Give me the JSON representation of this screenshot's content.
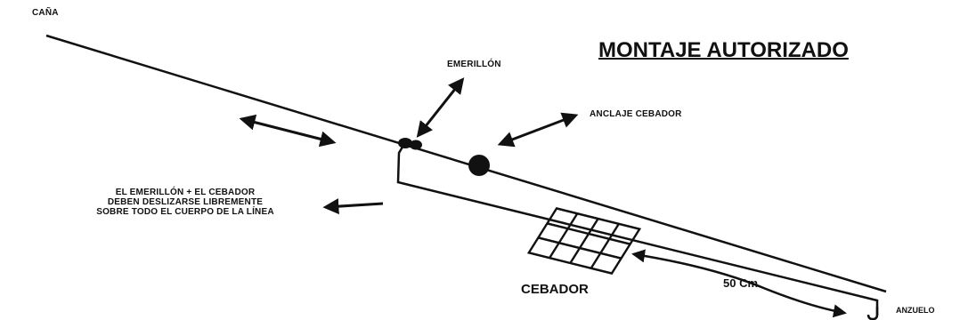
{
  "title": "MONTAJE AUTORIZADO",
  "labels": {
    "cana": "CAÑA",
    "emerillon": "EMERILLÓN",
    "anclaje_cebador": "ANCLAJE CEBADOR",
    "cebador": "CEBADOR",
    "distance": "50 Cm.",
    "anzuelo": "ANZUELO"
  },
  "note_lines": [
    "EL EMERILLÓN + EL CEBADOR",
    "DEBEN DESLIZARSE LIBREMENTE",
    "SOBRE TODO EL CUERPO DE LA LÍNEA"
  ],
  "colors": {
    "ink": "#111111",
    "background": "#ffffff"
  }
}
